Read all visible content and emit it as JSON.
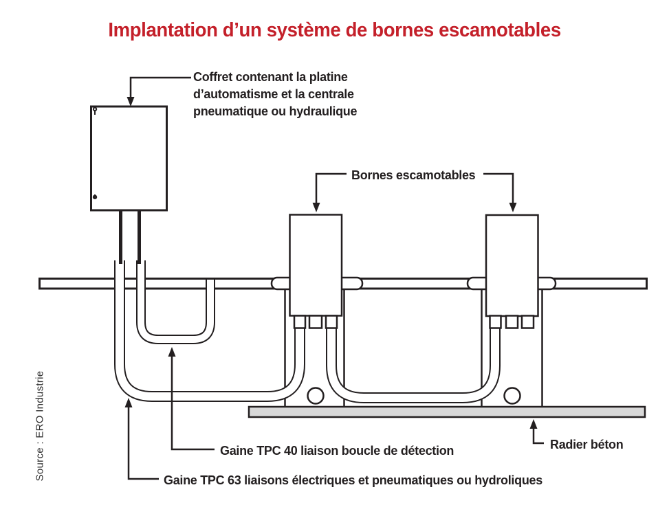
{
  "title": "Implantation d’un système de bornes escamotables",
  "source": "Source : ERO Industrie",
  "labels": {
    "coffret_line1": "Coffret contenant la platine",
    "coffret_line2": "d’automatisme et la centrale",
    "coffret_line3": "pneumatique ou hydraulique",
    "bornes": "Bornes escamotables",
    "gaine_tpc40": "Gaine TPC 40 liaison boucle de détection",
    "gaine_tpc63": "Gaine TPC 63 liaisons électriques et pneumatiques ou hydroliques",
    "radier": "Radier béton"
  },
  "colors": {
    "title_red": "#c4202a",
    "ink": "#231f20",
    "slab_gray": "#d8d8d8"
  }
}
